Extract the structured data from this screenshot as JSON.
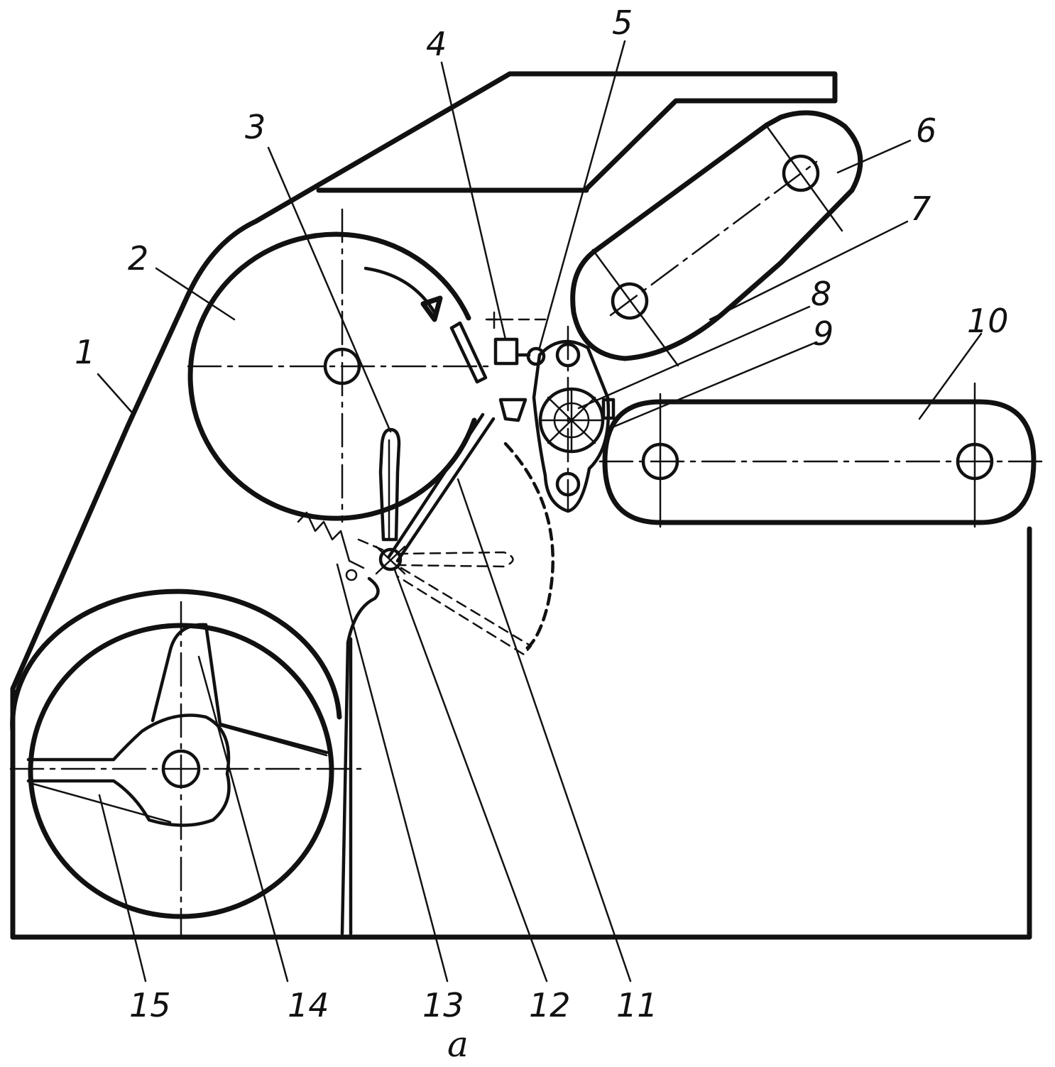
{
  "caption": "a",
  "labels": {
    "l1": "1",
    "l2": "2",
    "l3": "3",
    "l4": "4",
    "l5": "5",
    "l6": "6",
    "l7": "7",
    "l8": "8",
    "l9": "9",
    "l10": "10",
    "l11": "11",
    "l12": "12",
    "l13": "13",
    "l14": "14",
    "l15": "15"
  },
  "colors": {
    "ink": "#111111",
    "paper": "#ffffff"
  }
}
